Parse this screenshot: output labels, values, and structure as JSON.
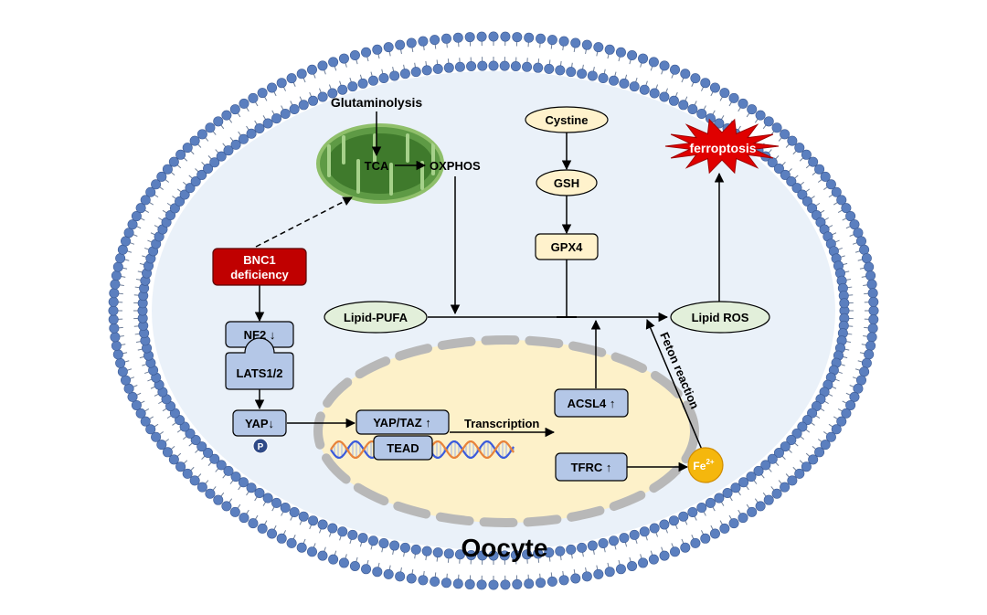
{
  "labels": {
    "glutaminolysis": "Glutaminolysis",
    "tca": "TCA",
    "oxphos": "OXPHOS",
    "cystine": "Cystine",
    "gsh": "GSH",
    "gpx4": "GPX4",
    "ferroptosis": "ferroptosis",
    "bnc1_line1": "BNC1",
    "bnc1_line2": "deficiency",
    "nf2": "NF2 ↓",
    "lats": "LATS1/2",
    "yap": "YAP↓",
    "p": "P",
    "lipid_pufa": "Lipid-PUFA",
    "lipid_ros": "Lipid ROS",
    "acsl4": "ACSL4 ↑",
    "tfrc": "TFRC ↑",
    "fe": "Fe",
    "fe_sup": "2+",
    "yap_taz": "YAP/TAZ ↑",
    "tead": "TEAD",
    "transcription": "Transcription",
    "feton": "Feton reaction",
    "oocyte": "Oocyte"
  },
  "colors": {
    "membrane_head": "#5b7fbf",
    "cytoplasm": "#eaf1f9",
    "nucleus": "#fdf1c9",
    "nucleus_border": "#b8b8b8",
    "mitochondria": "#4e8a38",
    "protein_box": "#b4c7e7",
    "bnc1_box": "#c00000",
    "metabolite": "#fff2cc",
    "lipid_oval": "#e2efda",
    "ferroptosis_star": "#e00000",
    "fe_circle": "#f5b70d",
    "dna_blue": "#3b5bdb",
    "dna_orange": "#e8833a"
  },
  "icons": {
    "mitochondria": "mitochondria-icon",
    "membrane": "lipid-bilayer-icon",
    "dna": "dna-helix-icon",
    "star": "explosion-star-icon",
    "phosphate": "phosphate-icon"
  }
}
